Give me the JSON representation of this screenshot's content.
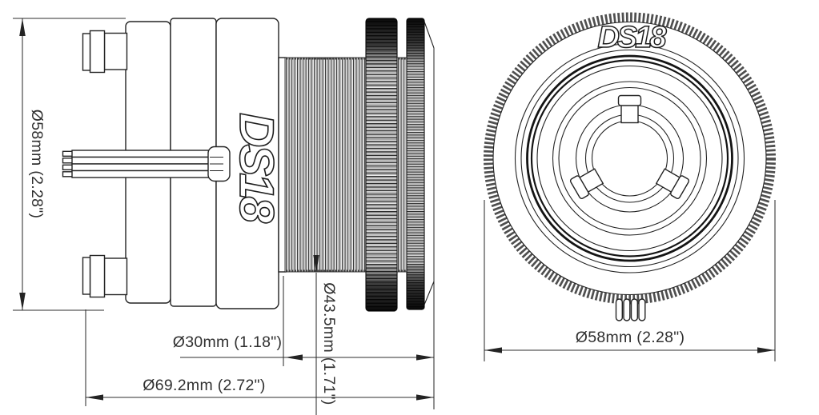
{
  "brand": {
    "logo_text": "DS18"
  },
  "side_view": {
    "dim_body_diameter": "Ø58mm (2.28\")",
    "dim_throat": "Ø30mm (1.18\")",
    "dim_total_depth": "Ø69.2mm (2.72\")",
    "dim_thread_diameter": "Ø43.5mm (1.71\")"
  },
  "front_view": {
    "dim_outer_diameter": "Ø58mm (2.28\")"
  },
  "style": {
    "line_color": "#232323",
    "text_color": "#303030",
    "background": "#ffffff"
  }
}
